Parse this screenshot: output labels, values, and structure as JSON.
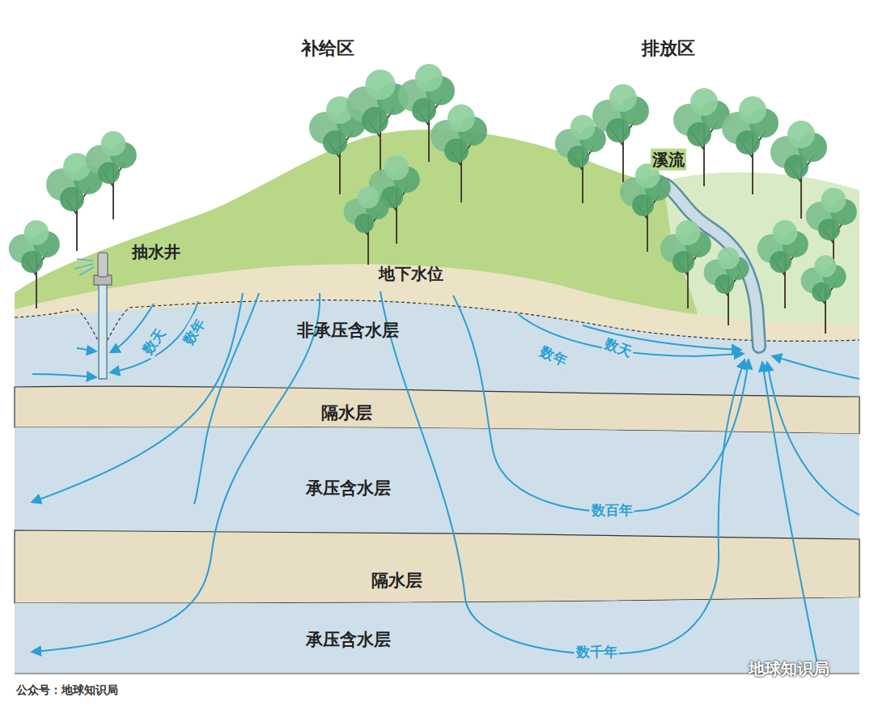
{
  "diagram": {
    "caption": "公众号：地球知识局",
    "nodes": [
      {
        "text": [
          "非承压含水层"
        ]
      },
      {
        "text": [
          "隔水层"
        ]
      },
      {
        "text": [
          "承压含水层"
        ]
      },
      {
        "text": [
          "隔水层"
        ]
      },
      {
        "text": [
          "承压含水层"
        ]
      }
    ],
    "labels": [
      "补给区",
      "排放区",
      "溪流",
      "抽水井",
      "地下水位",
      "数天",
      "数年",
      "数年",
      "数天",
      "数百年",
      "数千年",
      "地球知识局"
    ]
  }
}
